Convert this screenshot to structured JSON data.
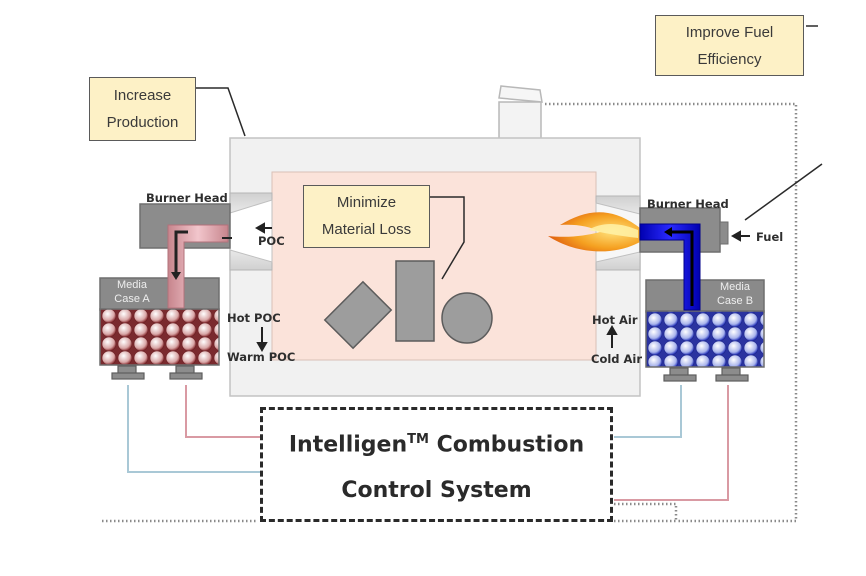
{
  "callouts": {
    "improve_fuel_efficiency": [
      "Improve Fuel",
      "Efficiency"
    ],
    "increase_production": [
      "Increase",
      "Production"
    ],
    "minimize_material_loss": [
      "Minimize",
      "Material Loss"
    ]
  },
  "labels": {
    "burner_head_left": "Burner Head",
    "burner_head_right": "Burner Head",
    "poc": "POC",
    "fuel": "Fuel",
    "media_case_a": [
      "Media",
      "Case A"
    ],
    "media_case_b": [
      "Media",
      "Case B"
    ],
    "hot_poc": "Hot POC",
    "warm_poc": "Warm POC",
    "hot_air": "Hot Air",
    "cold_air": "Cold Air"
  },
  "control_system": {
    "name": "Intelligen",
    "trademark": "TM",
    "line1_rest": " Combustion",
    "line2": "Control System"
  },
  "colors": {
    "exhaust_pipe": "#e8b5bd",
    "air_pipe": "#1010ee",
    "callout_fill": "#fdf1c6",
    "furnace_interior": "#fbe3da",
    "flame": "#f08a1c"
  }
}
